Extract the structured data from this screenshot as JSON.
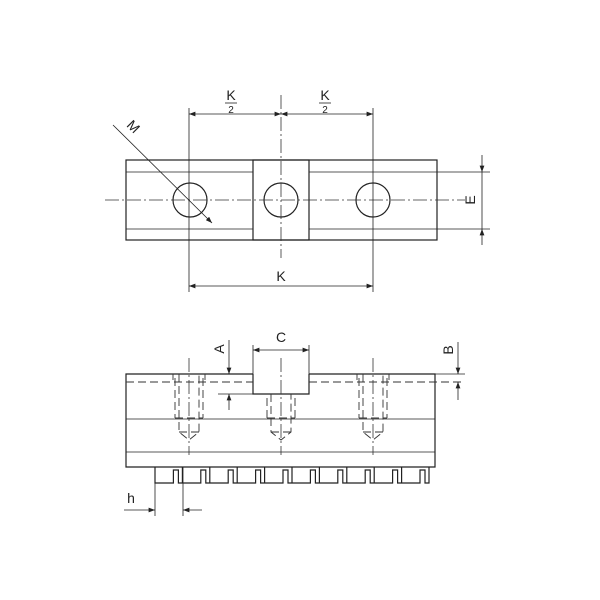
{
  "labels": {
    "k_half_num_left": "K",
    "k_half_den_left": "2",
    "k_half_num_right": "K",
    "k_half_den_right": "2",
    "k": "K",
    "m": "M",
    "e": "E",
    "a": "A",
    "b": "B",
    "c": "C",
    "h": "h"
  },
  "colors": {
    "line": "#222222",
    "background": "#ffffff"
  }
}
